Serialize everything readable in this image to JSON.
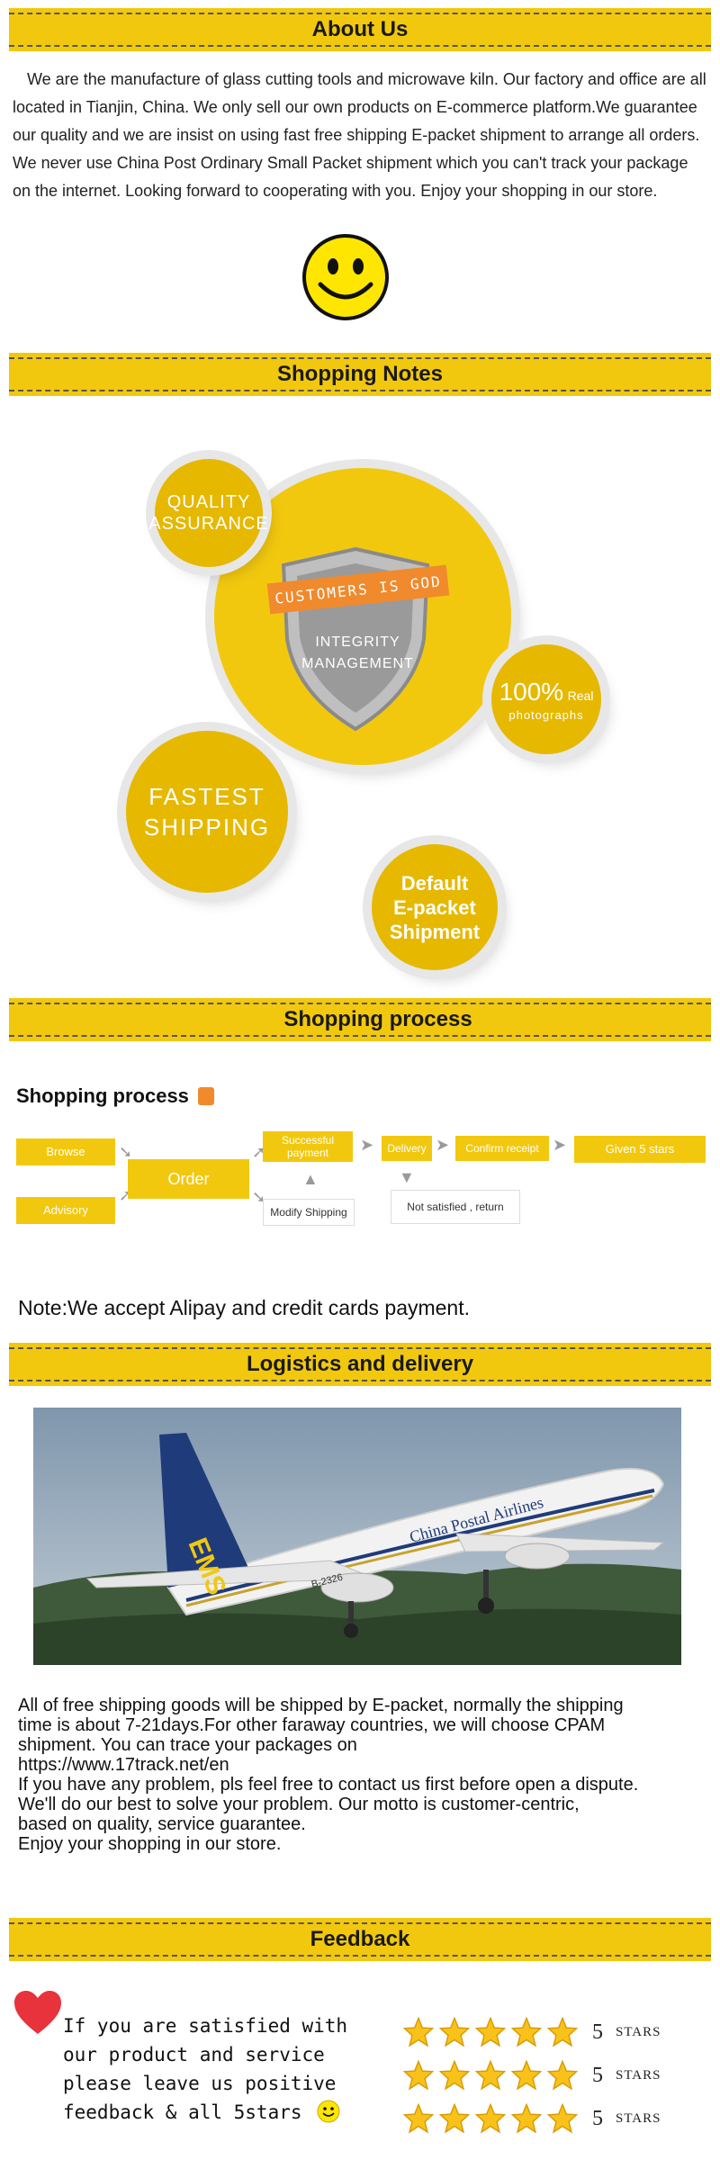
{
  "about": {
    "title": "About Us",
    "lines": [
      "We are the manufacture of glass cutting tools and microwave kiln. Our factory and office are all",
      "located in Tianjin, China. We only sell our own products on E-commerce platform.We guarantee",
      "our quality and we are insist on using fast free shipping E-packet shipment to arrange all orders.",
      "We never use China Post Ordinary Small Packet shipment which you can't track your package",
      "on the internet. Looking forward to cooperating with you. Enjoy your shopping in our store."
    ]
  },
  "notes": {
    "title": "Shopping Notes",
    "quality": [
      "QUALITY",
      "ASSURANCE"
    ],
    "ribbon": "CUSTOMERS IS GOD",
    "integrity": [
      "INTEGRITY",
      "MANAGEMENT"
    ],
    "real_big": "100%",
    "real_small": "Real",
    "photographs": "photographs",
    "fastest": [
      "FASTEST",
      "SHIPPING"
    ],
    "default": [
      "Default",
      "E-packet",
      "Shipment"
    ]
  },
  "process": {
    "banner": "Shopping process",
    "heading": "Shopping process",
    "browse": "Browse",
    "advisory": "Advisory",
    "order": "Order",
    "successful": [
      "Successful",
      "payment"
    ],
    "modify": "Modify Shipping",
    "delivery": "Delivery",
    "confirm": "Confirm receipt",
    "given": "Given 5 stars",
    "not_satisfied": "Not satisfied , return"
  },
  "payment_note": "Note:We accept Alipay and credit cards payment.",
  "logistics": {
    "title": "Logistics and delivery",
    "plane_tail": "EMS",
    "plane_body": "China Postal Airlines",
    "plane_reg": "B-2326",
    "lines": [
      "All of free shipping goods will be shipped by E-packet, normally the shipping",
      "time is about 7-21days.For other faraway countries, we will choose CPAM",
      "shipment. You can trace your packages on",
      "https://www.17track.net/en",
      "If you have any problem, pls feel free to contact us first before open a dispute.",
      "We'll do our best to solve your problem. Our motto is customer-centric,",
      "based on quality, service guarantee.",
      "Enjoy your shopping in our store."
    ]
  },
  "feedback": {
    "title": "Feedback",
    "lines": [
      "If you are satisfied with",
      "our product and service",
      "please leave us positive",
      "feedback & all 5stars"
    ],
    "rows": [
      {
        "count": "5",
        "word": "STARS"
      },
      {
        "count": "5",
        "word": "STARS"
      },
      {
        "count": "5",
        "word": "STARS"
      }
    ]
  },
  "colors": {
    "accent": "#f2c80f",
    "orange": "#f08a2c",
    "heart": "#e8323c"
  }
}
